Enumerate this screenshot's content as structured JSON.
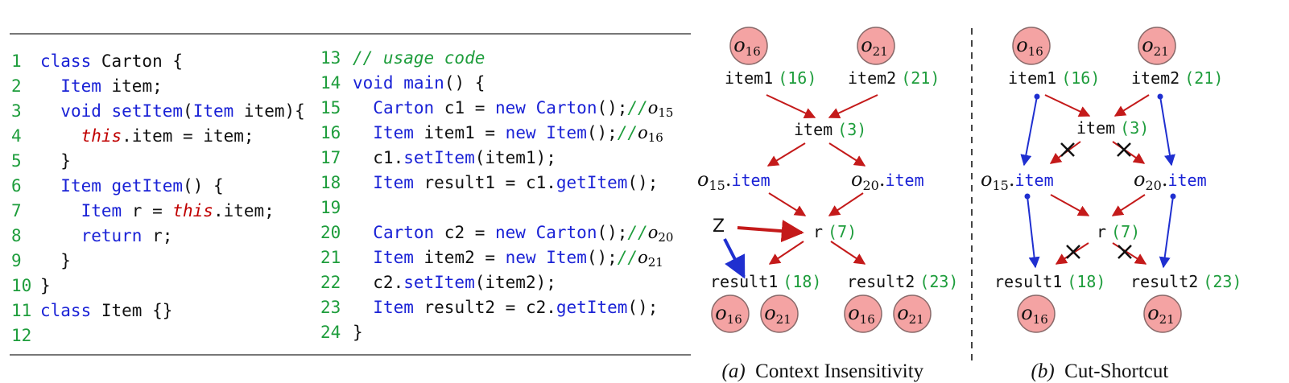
{
  "code_left": [
    {
      "n": "1",
      "tokens": [
        {
          "t": "class",
          "c": "kw"
        },
        {
          "t": " Carton {",
          "c": "txt"
        }
      ]
    },
    {
      "n": "2",
      "tokens": [
        {
          "t": "  ",
          "c": "txt"
        },
        {
          "t": "Item",
          "c": "kw"
        },
        {
          "t": " item;",
          "c": "txt"
        }
      ]
    },
    {
      "n": "3",
      "tokens": [
        {
          "t": "  ",
          "c": "txt"
        },
        {
          "t": "void",
          "c": "kw"
        },
        {
          "t": " ",
          "c": "txt"
        },
        {
          "t": "setItem",
          "c": "fn"
        },
        {
          "t": "(",
          "c": "txt"
        },
        {
          "t": "Item",
          "c": "kw"
        },
        {
          "t": " item){",
          "c": "txt"
        }
      ]
    },
    {
      "n": "4",
      "tokens": [
        {
          "t": "    ",
          "c": "txt"
        },
        {
          "t": "this",
          "c": "this"
        },
        {
          "t": ".item = item;",
          "c": "txt"
        }
      ]
    },
    {
      "n": "5",
      "tokens": [
        {
          "t": "  }",
          "c": "txt"
        }
      ]
    },
    {
      "n": "6",
      "tokens": [
        {
          "t": "  ",
          "c": "txt"
        },
        {
          "t": "Item",
          "c": "kw"
        },
        {
          "t": " ",
          "c": "txt"
        },
        {
          "t": "getItem",
          "c": "fn"
        },
        {
          "t": "() {",
          "c": "txt"
        }
      ]
    },
    {
      "n": "7",
      "tokens": [
        {
          "t": "    ",
          "c": "txt"
        },
        {
          "t": "Item",
          "c": "kw"
        },
        {
          "t": " r = ",
          "c": "txt"
        },
        {
          "t": "this",
          "c": "this"
        },
        {
          "t": ".item;",
          "c": "txt"
        }
      ]
    },
    {
      "n": "8",
      "tokens": [
        {
          "t": "    ",
          "c": "txt"
        },
        {
          "t": "return",
          "c": "kw"
        },
        {
          "t": " r;",
          "c": "txt"
        }
      ]
    },
    {
      "n": "9",
      "tokens": [
        {
          "t": "  }",
          "c": "txt"
        }
      ]
    },
    {
      "n": "10",
      "tokens": [
        {
          "t": "}",
          "c": "txt"
        }
      ]
    },
    {
      "n": "11",
      "tokens": [
        {
          "t": "class",
          "c": "kw"
        },
        {
          "t": " Item {}",
          "c": "txt"
        }
      ]
    },
    {
      "n": "12",
      "tokens": []
    }
  ],
  "code_right": [
    {
      "n": "13",
      "tokens": [
        {
          "t": "// usage code",
          "c": "cm"
        }
      ]
    },
    {
      "n": "14",
      "tokens": [
        {
          "t": "void",
          "c": "kw"
        },
        {
          "t": " ",
          "c": "txt"
        },
        {
          "t": "main",
          "c": "fn"
        },
        {
          "t": "() {",
          "c": "txt"
        }
      ]
    },
    {
      "n": "15",
      "tokens": [
        {
          "t": "  ",
          "c": "txt"
        },
        {
          "t": "Carton",
          "c": "kw"
        },
        {
          "t": " c1 = ",
          "c": "txt"
        },
        {
          "t": "new",
          "c": "kw"
        },
        {
          "t": " ",
          "c": "txt"
        },
        {
          "t": "Carton",
          "c": "kw"
        },
        {
          "t": "();",
          "c": "txt"
        },
        {
          "t": "//",
          "c": "cm"
        },
        {
          "t": "o",
          "c": "obj",
          "sub": "15"
        }
      ]
    },
    {
      "n": "16",
      "tokens": [
        {
          "t": "  ",
          "c": "txt"
        },
        {
          "t": "Item",
          "c": "kw"
        },
        {
          "t": " item1 = ",
          "c": "txt"
        },
        {
          "t": "new",
          "c": "kw"
        },
        {
          "t": " ",
          "c": "txt"
        },
        {
          "t": "Item",
          "c": "kw"
        },
        {
          "t": "();",
          "c": "txt"
        },
        {
          "t": "//",
          "c": "cm"
        },
        {
          "t": "o",
          "c": "obj",
          "sub": "16"
        }
      ]
    },
    {
      "n": "17",
      "tokens": [
        {
          "t": "  c1.",
          "c": "txt"
        },
        {
          "t": "setItem",
          "c": "fn"
        },
        {
          "t": "(item1);",
          "c": "txt"
        }
      ]
    },
    {
      "n": "18",
      "tokens": [
        {
          "t": "  ",
          "c": "txt"
        },
        {
          "t": "Item",
          "c": "kw"
        },
        {
          "t": " result1 = c1.",
          "c": "txt"
        },
        {
          "t": "getItem",
          "c": "fn"
        },
        {
          "t": "();",
          "c": "txt"
        }
      ]
    },
    {
      "n": "19",
      "tokens": []
    },
    {
      "n": "20",
      "tokens": [
        {
          "t": "  ",
          "c": "txt"
        },
        {
          "t": "Carton",
          "c": "kw"
        },
        {
          "t": " c2 = ",
          "c": "txt"
        },
        {
          "t": "new",
          "c": "kw"
        },
        {
          "t": " ",
          "c": "txt"
        },
        {
          "t": "Carton",
          "c": "kw"
        },
        {
          "t": "();",
          "c": "txt"
        },
        {
          "t": "//",
          "c": "cm"
        },
        {
          "t": "o",
          "c": "obj",
          "sub": "20"
        }
      ]
    },
    {
      "n": "21",
      "tokens": [
        {
          "t": "  ",
          "c": "txt"
        },
        {
          "t": "Item",
          "c": "kw"
        },
        {
          "t": " item2 = ",
          "c": "txt"
        },
        {
          "t": "new",
          "c": "kw"
        },
        {
          "t": " ",
          "c": "txt"
        },
        {
          "t": "Item",
          "c": "kw"
        },
        {
          "t": "();",
          "c": "txt"
        },
        {
          "t": "//",
          "c": "cm"
        },
        {
          "t": "o",
          "c": "obj",
          "sub": "21"
        }
      ]
    },
    {
      "n": "22",
      "tokens": [
        {
          "t": "  c2.",
          "c": "txt"
        },
        {
          "t": "setItem",
          "c": "fn"
        },
        {
          "t": "(item2);",
          "c": "txt"
        }
      ]
    },
    {
      "n": "23",
      "tokens": [
        {
          "t": "  ",
          "c": "txt"
        },
        {
          "t": "Item",
          "c": "kw"
        },
        {
          "t": " result2 = c2.",
          "c": "txt"
        },
        {
          "t": "getItem",
          "c": "fn"
        },
        {
          "t": "();",
          "c": "txt"
        }
      ]
    },
    {
      "n": "24",
      "tokens": [
        {
          "t": "}",
          "c": "txt"
        }
      ]
    }
  ],
  "graph_a": {
    "caption": {
      "label": "(a)",
      "text": "Context Insensitivity"
    },
    "objects_top": [
      "16",
      "21"
    ],
    "objects_result1": [
      "16",
      "21"
    ],
    "objects_result2": [
      "16",
      "21"
    ],
    "nodes": {
      "item1": {
        "name": "item1",
        "line": "(16)"
      },
      "item2": {
        "name": "item2",
        "line": "(21)"
      },
      "item": {
        "name": "item",
        "line": "(3)"
      },
      "o15item": {
        "obj": "15",
        "field": "item"
      },
      "o20item": {
        "obj": "20",
        "field": "item"
      },
      "r": {
        "name": "r",
        "line": "(7)"
      },
      "result1": {
        "name": "result1",
        "line": "(18)"
      },
      "result2": {
        "name": "result2",
        "line": "(23)"
      }
    },
    "z_label": "Z"
  },
  "graph_b": {
    "caption": {
      "label": "(b)",
      "text": "Cut-Shortcut"
    },
    "objects_top": [
      "16",
      "21"
    ],
    "objects_result1": [
      "16"
    ],
    "objects_result2": [
      "21"
    ],
    "nodes": {
      "item1": {
        "name": "item1",
        "line": "(16)"
      },
      "item2": {
        "name": "item2",
        "line": "(21)"
      },
      "item": {
        "name": "item",
        "line": "(3)"
      },
      "o15item": {
        "obj": "15",
        "field": "item"
      },
      "o20item": {
        "obj": "20",
        "field": "item"
      },
      "r": {
        "name": "r",
        "line": "(7)"
      },
      "result1": {
        "name": "result1",
        "line": "(18)"
      },
      "result2": {
        "name": "result2",
        "line": "(23)"
      }
    }
  },
  "colors": {
    "keyword": "#1a22d6",
    "line_number": "#1e9d3c",
    "this": "#c00000",
    "red_edge": "#c41a1a",
    "blue_edge": "#1f2fd0",
    "object_fill": "#f4a3a3",
    "object_stroke": "#8a6a6a"
  }
}
